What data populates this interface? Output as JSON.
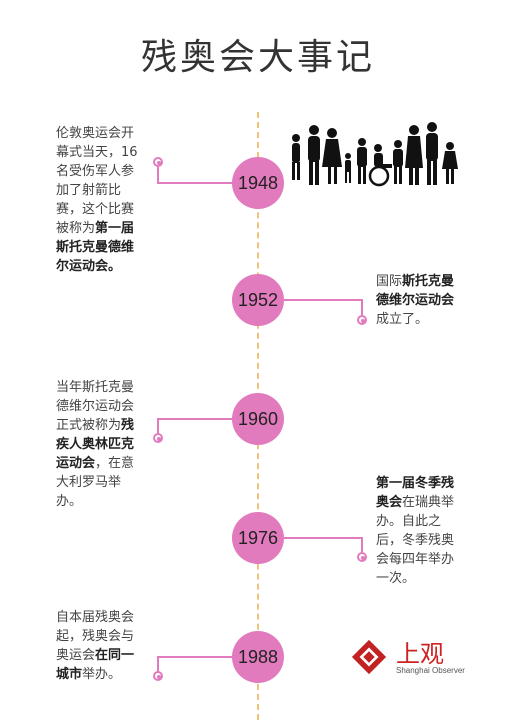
{
  "title": "残奥会大事记",
  "events": [
    {
      "year": "1948",
      "text_parts": [
        {
          "t": "伦敦奥运会开幕式当天，16名受伤军人参加了射箭比赛，这个比赛被称为",
          "b": false
        },
        {
          "t": "第一届斯托克曼德维尔运动会。",
          "b": true
        }
      ]
    },
    {
      "year": "1952",
      "text_parts": [
        {
          "t": "国际",
          "b": false
        },
        {
          "t": "斯托克曼德维尔运动会",
          "b": true
        },
        {
          "t": "成立了。",
          "b": false
        }
      ]
    },
    {
      "year": "1960",
      "text_parts": [
        {
          "t": "当年斯托克曼德维尔运动会正式被称为",
          "b": false
        },
        {
          "t": "残疾人奥林匹克运动会",
          "b": true
        },
        {
          "t": "，在意大利罗马举办。",
          "b": false
        }
      ]
    },
    {
      "year": "1976",
      "text_parts": [
        {
          "t": "第一届冬季残奥会",
          "b": true
        },
        {
          "t": "在瑞典举办。自此之后，冬季残奥会每四年举办一次。",
          "b": false
        }
      ]
    },
    {
      "year": "1988",
      "text_parts": [
        {
          "t": "自本届残奥会起，残奥会与奥运会",
          "b": false
        },
        {
          "t": "在同一城市",
          "b": true
        },
        {
          "t": "举办。",
          "b": false
        }
      ]
    }
  ],
  "logo": {
    "cn": "上观",
    "en": "Shanghai Observer"
  },
  "colors": {
    "accent": "#e27bbd",
    "axis": "#f0c27a",
    "logo_red": "#c22222"
  }
}
